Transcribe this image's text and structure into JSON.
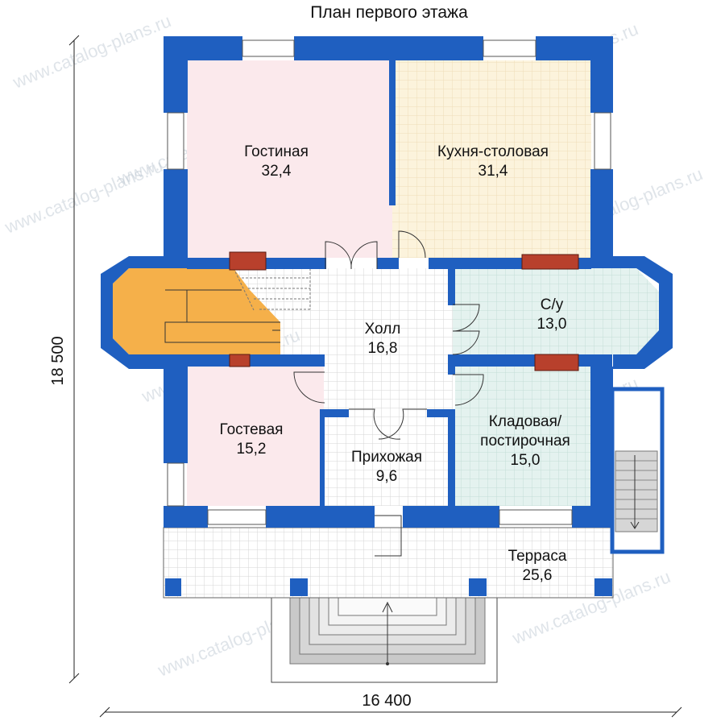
{
  "title": "План первого этажа",
  "dimensions": {
    "width": "16 400",
    "height": "18 500"
  },
  "rooms": [
    {
      "name": "Гостиная",
      "area": "32,4"
    },
    {
      "name": "Кухня-столовая",
      "area": "31,4"
    },
    {
      "name": "Холл",
      "area": "16,8"
    },
    {
      "name": "С/у",
      "area": "13,0"
    },
    {
      "name": "Гостевая",
      "area": "15,2"
    },
    {
      "name": "Прихожая",
      "area": "9,6"
    },
    {
      "name": "Кладовая/",
      "name2": "постирочная",
      "area": "15,0"
    },
    {
      "name": "Терраса",
      "area": "25,6"
    }
  ],
  "watermark": "www.catalog-plans.ru",
  "colors": {
    "wall": "#1f5fc0",
    "living": "#fbe9ec",
    "kitchen": "#fcf3dc",
    "hall": "#f6f6f6",
    "bath": "#e4f2ef",
    "guest": "#fbe9ec",
    "storage": "#e4f2ef",
    "stair": "#f5b04a",
    "fireplace": "#b8402c"
  }
}
